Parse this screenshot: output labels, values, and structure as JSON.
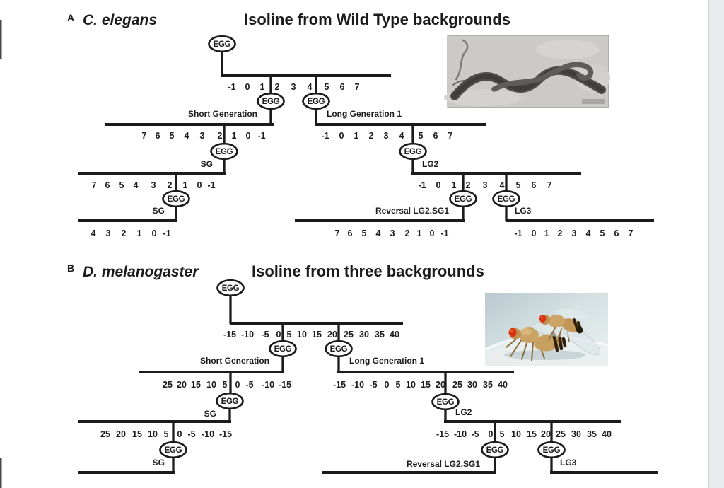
{
  "colors": {
    "ink": "#1b1b1b",
    "page_margin": "#e9ebee"
  },
  "figure": {
    "node_label": "EGG",
    "panel_a": {
      "letter": "A",
      "species": "C. elegans",
      "title": "Isoline from Wild Type backgrounds",
      "branches": {
        "short_generation": "Short Generation",
        "long_generation_1": "Long Generation 1",
        "sg_gen2": "SG",
        "lg2": "LG2",
        "sg_gen3": "SG",
        "reversal": "Reversal LG2.SG1",
        "lg3": "LG3"
      },
      "timelines": {
        "root": [
          "-1",
          "0",
          "1",
          "2",
          "3",
          "4",
          "5",
          "6",
          "7"
        ],
        "short_generation": [
          "7",
          "6",
          "5",
          "4",
          "3",
          "2",
          "1",
          "0",
          "-1"
        ],
        "long_generation_1": [
          "-1",
          "0",
          "1",
          "2",
          "3",
          "4",
          "5",
          "6",
          "7"
        ],
        "sg_gen2": [
          "7",
          "6",
          "5",
          "4",
          "3",
          "2",
          "1",
          "0",
          "-1"
        ],
        "lg2": [
          "-1",
          "0",
          "1",
          "2",
          "3",
          "4",
          "5",
          "6",
          "7"
        ],
        "sg_gen3": [
          "4",
          "3",
          "2",
          "1",
          "0",
          "-1"
        ],
        "reversal": [
          "7",
          "6",
          "5",
          "4",
          "3",
          "2",
          "1",
          "0",
          "-1"
        ],
        "lg3": [
          "-1",
          "0",
          "1",
          "2",
          "3",
          "4",
          "5",
          "6",
          "7"
        ]
      }
    },
    "panel_b": {
      "letter": "B",
      "species": "D. melanogaster",
      "title": "Isoline from three backgrounds",
      "branches": {
        "short_generation": "Short Generation",
        "long_generation_1": "Long Generation 1",
        "sg_gen2": "SG",
        "lg2": "LG2",
        "sg_gen3": "SG",
        "reversal": "Reversal LG2.SG1",
        "lg3": "LG3"
      },
      "timelines": {
        "root": [
          "-15",
          "-10",
          "-5",
          "0",
          "5",
          "10",
          "15",
          "20",
          "25",
          "30",
          "35",
          "40"
        ],
        "short_generation": [
          "25",
          "20",
          "15",
          "10",
          "5",
          "0",
          "-5",
          "-10",
          "-15"
        ],
        "long_generation_1": [
          "-15",
          "-10",
          "-5",
          "0",
          "5",
          "10",
          "15",
          "20",
          "25",
          "30",
          "35",
          "40"
        ],
        "sg_gen2": [
          "25",
          "20",
          "15",
          "10",
          "5",
          "0",
          "-5",
          "-10",
          "-15"
        ],
        "lg2": [
          "-15",
          "-10",
          "-5",
          "0",
          "5",
          "10",
          "15",
          "20",
          "25",
          "30",
          "35",
          "40"
        ]
      }
    }
  }
}
